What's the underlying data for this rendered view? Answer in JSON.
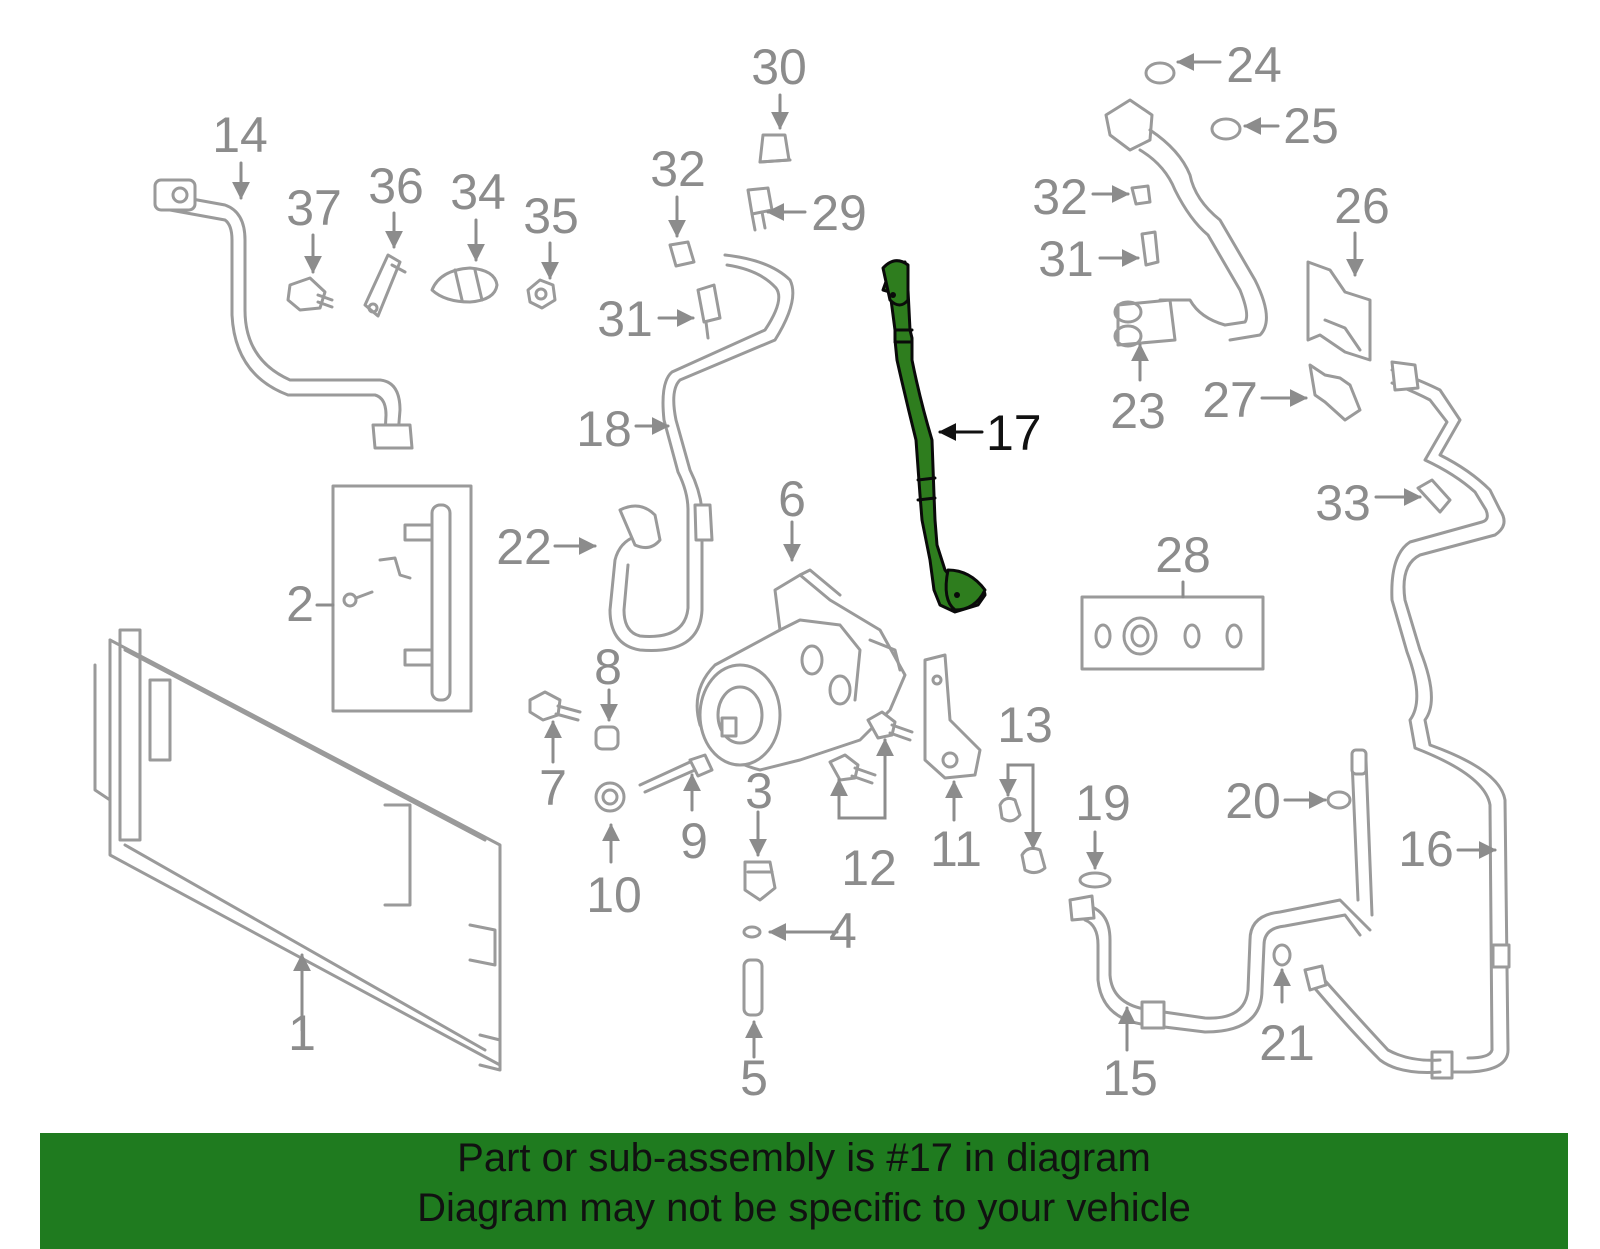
{
  "theme": {
    "highlight_color": "#2e7d1e",
    "line_color": "#9a9a9a",
    "banner_color": "#1f7b1f"
  },
  "callouts": {
    "c1": "1",
    "c2": "2",
    "c3": "3",
    "c4": "4",
    "c5": "5",
    "c6": "6",
    "c7": "7",
    "c8": "8",
    "c9": "9",
    "c10": "10",
    "c11": "11",
    "c12": "12",
    "c13": "13",
    "c14": "14",
    "c15": "15",
    "c16": "16",
    "c17": "17",
    "c18": "18",
    "c19": "19",
    "c20": "20",
    "c21": "21",
    "c22": "22",
    "c23": "23",
    "c24": "24",
    "c25": "25",
    "c26": "26",
    "c27": "27",
    "c28": "28",
    "c29": "29",
    "c30": "30",
    "c31a": "31",
    "c31b": "31",
    "c32a": "32",
    "c32b": "32",
    "c33": "33",
    "c34": "34",
    "c35": "35",
    "c36": "36",
    "c37": "37"
  },
  "banner": {
    "line1": "Part or sub-assembly is #17 in diagram",
    "line2": "Diagram may not be specific to your vehicle"
  }
}
